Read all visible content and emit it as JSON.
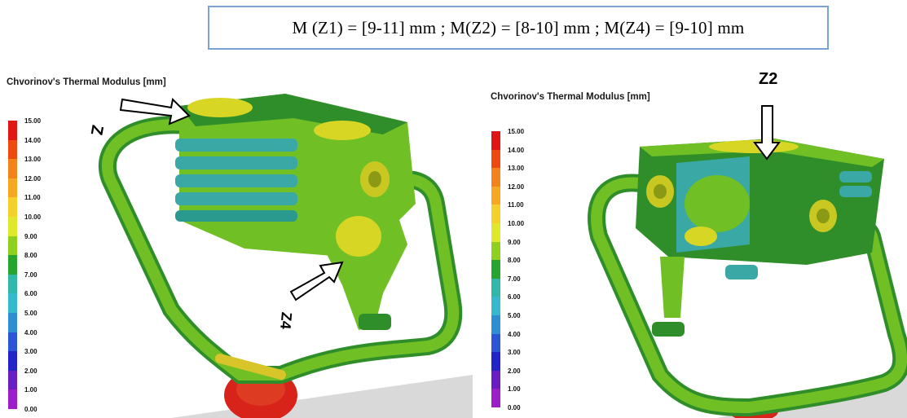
{
  "formula": "M (Z1) = [9-11] mm ; M(Z2) = [8-10] mm ;  M(Z4) = [9-10] mm",
  "left_view": {
    "legend_title": "Chvorinov's Thermal Modulus [mm]",
    "zone_labels": [
      "Z",
      "Z4"
    ]
  },
  "right_view": {
    "legend_title": "Chvorinov's Thermal Modulus [mm]",
    "zone_labels": [
      "Z2"
    ]
  },
  "legend_ticks": [
    "15.00",
    "14.00",
    "13.00",
    "12.00",
    "11.00",
    "10.00",
    "9.00",
    "8.00",
    "7.00",
    "6.00",
    "5.00",
    "4.00",
    "3.00",
    "2.00",
    "1.00",
    "0.00"
  ],
  "legend_colors": [
    "#e01515",
    "#ee4a10",
    "#f4821a",
    "#f7a823",
    "#f5cf2a",
    "#dfe82a",
    "#8fcf1d",
    "#25a52f",
    "#2fb8a8",
    "#34b9cf",
    "#2d8fd2",
    "#2b55d7",
    "#2224c8",
    "#6a1dc2",
    "#9c1ec8",
    "#c320c6"
  ],
  "colors": {
    "box_border": "#7aa3d2",
    "part_green": "#6fbf25",
    "part_dark_green": "#2f8e2a",
    "part_yellow": "#d8d624",
    "part_teal": "#3aa9a6",
    "hot_red": "#d8231a"
  }
}
